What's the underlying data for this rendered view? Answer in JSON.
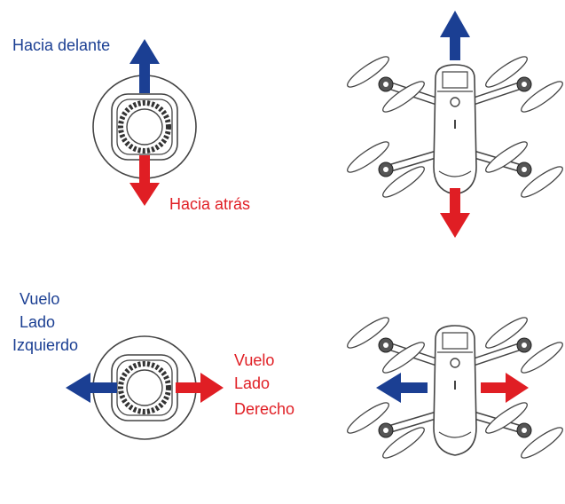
{
  "labels": {
    "forward": "Hacia delante",
    "backward": "Hacia atrás",
    "left_line1": "Vuelo",
    "left_line2": "Lado",
    "left_line3": "Izquierdo",
    "right_line1": "Vuelo",
    "right_line2": "Lado",
    "right_line3": "Derecho"
  },
  "colors": {
    "blue": "#1b3f93",
    "red": "#e01e24",
    "outline": "#444444"
  },
  "icons": [
    "joystick-icon",
    "drone-icon",
    "arrow-up-icon",
    "arrow-down-icon",
    "arrow-left-icon",
    "arrow-right-icon"
  ]
}
